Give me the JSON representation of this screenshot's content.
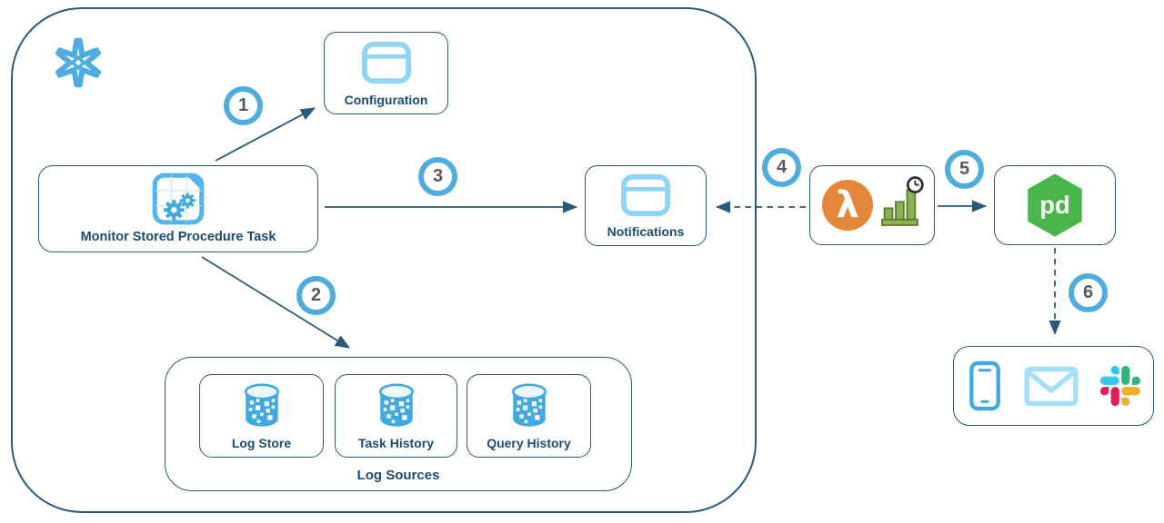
{
  "steps": [
    {
      "number": "1"
    },
    {
      "number": "2"
    },
    {
      "number": "3"
    },
    {
      "number": "4"
    },
    {
      "number": "5"
    },
    {
      "number": "6"
    }
  ],
  "nodes": {
    "configuration": {
      "label": "Configuration"
    },
    "monitor_task": {
      "label": "Monitor Stored Procedure Task"
    },
    "notifications": {
      "label": "Notifications"
    },
    "log_sources": {
      "label": "Log Sources",
      "items": [
        {
          "label": "Log Store"
        },
        {
          "label": "Task History"
        },
        {
          "label": "Query History"
        }
      ]
    },
    "lambda_function": {
      "lambda_glyph": "λ"
    },
    "pagerduty": {
      "logo_text": "pd"
    },
    "notification_channels": {
      "icons": [
        "phone-icon",
        "email-icon",
        "slack-icon"
      ]
    }
  },
  "edges": [
    {
      "step": "1",
      "from": "monitor_task",
      "to": "configuration",
      "style": "solid"
    },
    {
      "step": "2",
      "from": "monitor_task",
      "to": "log_sources",
      "style": "solid"
    },
    {
      "step": "3",
      "from": "monitor_task",
      "to": "notifications",
      "style": "solid"
    },
    {
      "step": "4",
      "from": "lambda_function",
      "to": "notifications",
      "style": "dashed"
    },
    {
      "step": "5",
      "from": "lambda_function",
      "to": "pagerduty",
      "style": "solid"
    },
    {
      "step": "6",
      "from": "pagerduty",
      "to": "notification_channels",
      "style": "dashed"
    }
  ],
  "colors": {
    "container_border": "#27597D",
    "label_text": "#1B4C70",
    "step_ring": "#4FACDF",
    "step_number": "#595959",
    "snowflake_blue": "#4FACE2",
    "light_blue_icon": "#8FD4F6",
    "medium_blue_icon": "#3FA9E0",
    "lambda_orange": "#E5873B",
    "chart_green": "#8CB152",
    "pagerduty_green": "#48B648",
    "slack_blue": "#36C5F0",
    "slack_green": "#2EB67D",
    "slack_yellow": "#ECB22E",
    "slack_red": "#E01E5A"
  }
}
